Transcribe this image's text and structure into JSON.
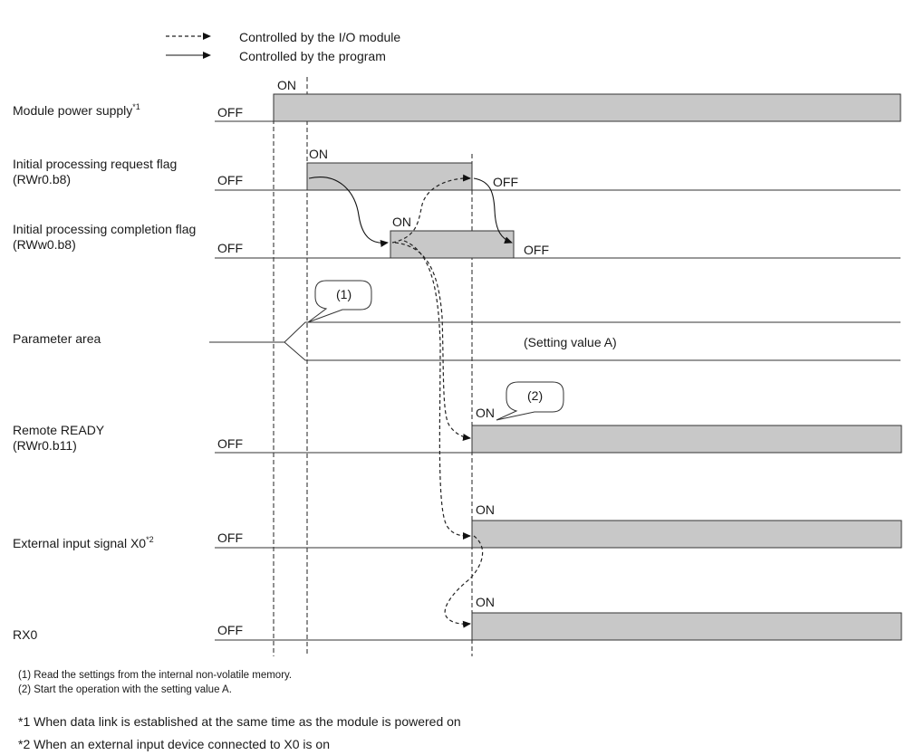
{
  "legend": {
    "dashed": "Controlled by the I/O module",
    "solid": "Controlled by the program"
  },
  "signals": {
    "power": {
      "name": "Module power supply",
      "sup": "*1",
      "off": "OFF",
      "on": "ON"
    },
    "init_req": {
      "name": "Initial processing request flag",
      "sub": "(RWr0.b8)",
      "off": "OFF",
      "on": "ON",
      "off2": "OFF"
    },
    "init_done": {
      "name": "Initial processing completion flag",
      "sub": "(RWw0.b8)",
      "off": "OFF",
      "on": "ON",
      "off2": "OFF"
    },
    "param": {
      "name": "Parameter area",
      "value": "(Setting value A)"
    },
    "ready": {
      "name": "Remote READY",
      "sub": "(RWr0.b11)",
      "off": "OFF",
      "on": "ON"
    },
    "x0": {
      "name": "External input signal X0",
      "sup": "*2",
      "off": "OFF",
      "on": "ON"
    },
    "rx0": {
      "name": "RX0",
      "off": "OFF",
      "on": "ON"
    }
  },
  "callouts": {
    "c1": "(1)",
    "c2": "(2)"
  },
  "notes": {
    "n1": "(1) Read the settings from the internal non-volatile memory.",
    "n2": "(2) Start the operation with the setting value A."
  },
  "footnotes": {
    "f1": "*1  When data link is established at the same time as the module is powered on",
    "f2": "*2  When an external input device connected to X0 is on"
  }
}
